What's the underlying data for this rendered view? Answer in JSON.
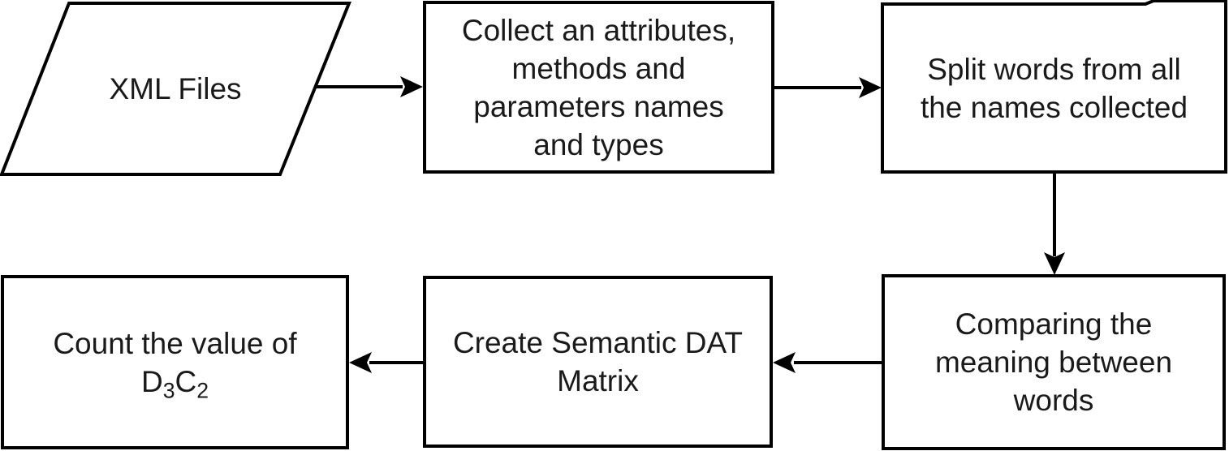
{
  "figure": {
    "type": "flowchart",
    "colors": {
      "background": "#ffffff",
      "shape_stroke": "#000000",
      "shape_fill": "#ffffff",
      "text": "#1a1a1a"
    },
    "nodes": {
      "xml_files": {
        "shape": "parallelogram",
        "label": "XML Files"
      },
      "collect": {
        "shape": "rectangle",
        "label": "Collect an attributes,\nmethods and\nparameters names\nand types"
      },
      "split": {
        "shape": "rectangle",
        "label": "Split words from all\nthe names collected"
      },
      "comparing": {
        "shape": "rectangle",
        "label": "Comparing the\nmeaning between\nwords"
      },
      "create_matrix": {
        "shape": "rectangle",
        "label": "Create Semantic DAT\nMatrix"
      },
      "count": {
        "shape": "rectangle",
        "line1": "Count the value of",
        "formula": {
          "base1": "D",
          "sub1": "3",
          "base2": "C",
          "sub2": "2"
        }
      }
    },
    "edges": [
      {
        "from": "xml_files",
        "to": "collect",
        "direction": "right"
      },
      {
        "from": "collect",
        "to": "split",
        "direction": "right"
      },
      {
        "from": "split",
        "to": "comparing",
        "direction": "down"
      },
      {
        "from": "comparing",
        "to": "create_matrix",
        "direction": "left"
      },
      {
        "from": "create_matrix",
        "to": "count",
        "direction": "left"
      }
    ]
  }
}
